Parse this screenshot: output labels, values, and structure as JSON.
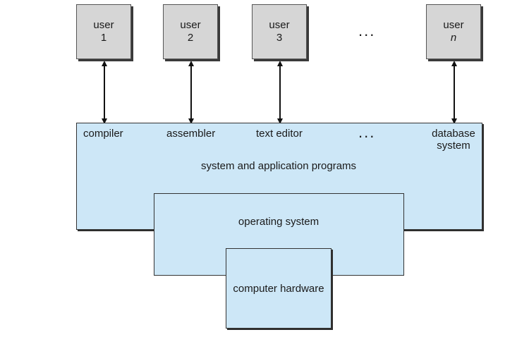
{
  "users": [
    {
      "word": "user",
      "number": "1"
    },
    {
      "word": "user",
      "number": "2"
    },
    {
      "word": "user",
      "number": "3"
    },
    {
      "word": "user",
      "number": "n"
    }
  ],
  "users_ellipsis": "...",
  "programs": [
    "compiler",
    "assembler",
    "text editor",
    "...",
    "database system"
  ],
  "layers": {
    "applications": "system and application programs",
    "os": "operating system",
    "hardware": "computer hardware"
  }
}
